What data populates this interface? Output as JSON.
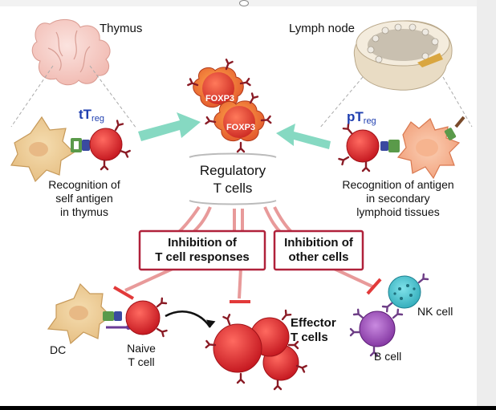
{
  "labels": {
    "thymus": "Thymus",
    "lymph_node": "Lymph node",
    "ttreg_prefix": "tT",
    "ptreg_prefix": "pT",
    "treg_sub": "reg",
    "foxp3_top": "FOXP3",
    "foxp3_bottom": "FOXP3",
    "regulatory_line1": "Regulatory",
    "regulatory_line2": "T cells",
    "recog_self_line1": "Recognition of",
    "recog_self_line2": "self antigen",
    "recog_self_line3": "in thymus",
    "recog_antigen_line1": "Recognition of antigen",
    "recog_antigen_line2": "in secondary",
    "recog_antigen_line3": "lymphoid tissues",
    "inhibit_t_line1": "Inhibition of",
    "inhibit_t_line2": "T cell responses",
    "inhibit_other_line1": "Inhibition of",
    "inhibit_other_line2": "other cells",
    "dc": "DC",
    "naive_line1": "Naive",
    "naive_line2": "T cell",
    "effector_line1": "Effector",
    "effector_line2": "T cells",
    "nk_cell": "NK cell",
    "b_cell": "B cell"
  },
  "colors": {
    "tcell_red": "#d8232a",
    "arrow_teal": "#7fd6bf",
    "box_border": "#b0213a",
    "text_blue": "#1f3fb0",
    "nk_teal": "#3bb7c4",
    "b_purple": "#8a3aa8"
  }
}
